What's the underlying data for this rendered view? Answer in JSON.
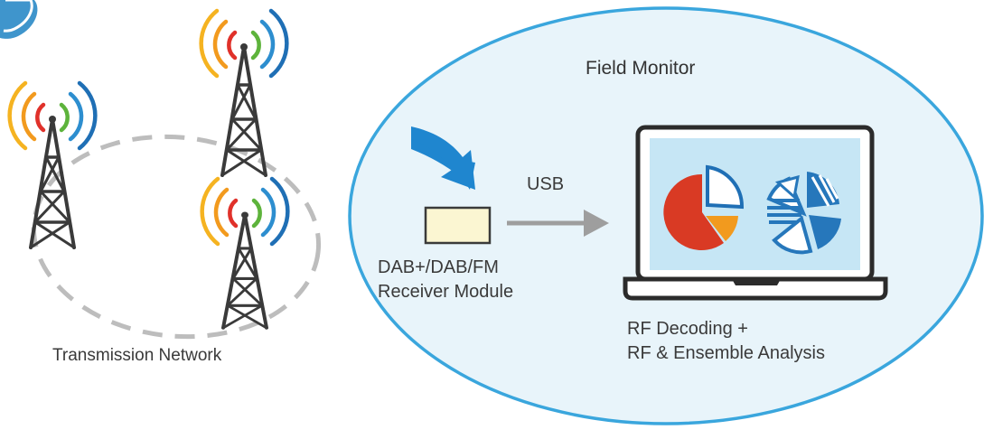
{
  "transmission_network": {
    "label": "Transmission Network"
  },
  "field_monitor": {
    "title": "Field Monitor",
    "connection_label": "USB",
    "receiver_module": {
      "line1": "DAB+/DAB/FM",
      "line2": "Receiver Module"
    },
    "analysis": {
      "line1": "RF Decoding +",
      "line2": "RF & Ensemble Analysis"
    }
  },
  "colors": {
    "signal_orange": "#f29a1e",
    "signal_red": "#e0312a",
    "signal_green": "#5db33b",
    "signal_blue": "#2d8ecf",
    "ellipse_fill": "#e8f4fa",
    "ellipse_stroke": "#3aa6dd",
    "screen_fill": "#c6e6f5",
    "pie_red": "#d93a24",
    "pie_blue": "#2677bb",
    "module_fill": "#fbf6d2",
    "arrow_blue": "#1f86cf",
    "dashed_gray": "#bdbdbd"
  }
}
